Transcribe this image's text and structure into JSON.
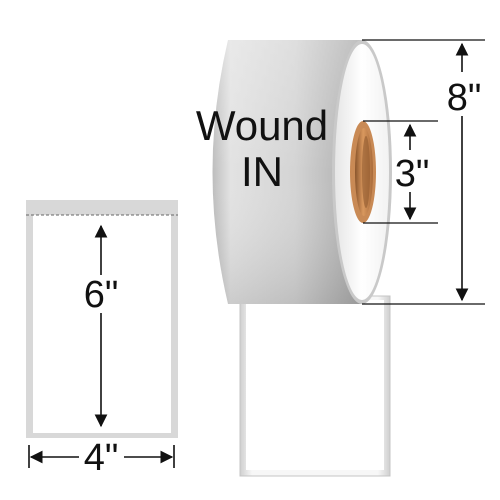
{
  "roll": {
    "title_line1": "Wound",
    "title_line2": "IN"
  },
  "dimensions": {
    "outer_diameter": "8\"",
    "core_diameter": "3\"",
    "label_height": "6\"",
    "label_width": "4\""
  },
  "colors": {
    "line": "#111111",
    "roll_body": "#dcdcdc",
    "roll_face": "#ffffff",
    "core": "#c98a55",
    "core_shadow": "#8a552c"
  }
}
